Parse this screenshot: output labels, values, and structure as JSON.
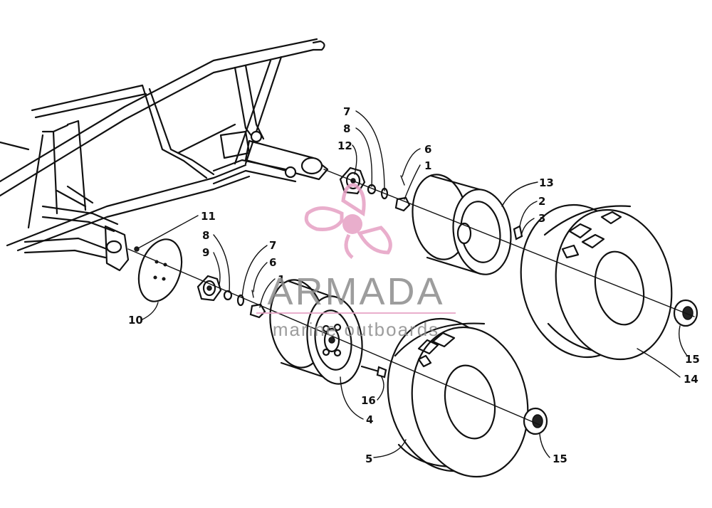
{
  "diagram": {
    "callouts": [
      {
        "id": "c7a",
        "label": "7"
      },
      {
        "id": "c8a",
        "label": "8"
      },
      {
        "id": "c12",
        "label": "12"
      },
      {
        "id": "c6a",
        "label": "6"
      },
      {
        "id": "c1a",
        "label": "1"
      },
      {
        "id": "c13",
        "label": "13"
      },
      {
        "id": "c2",
        "label": "2"
      },
      {
        "id": "c3",
        "label": "3"
      },
      {
        "id": "c11",
        "label": "11"
      },
      {
        "id": "c8b",
        "label": "8"
      },
      {
        "id": "c9",
        "label": "9"
      },
      {
        "id": "c7b",
        "label": "7"
      },
      {
        "id": "c6b",
        "label": "6"
      },
      {
        "id": "c1b",
        "label": "1"
      },
      {
        "id": "c10",
        "label": "10"
      },
      {
        "id": "c16",
        "label": "16"
      },
      {
        "id": "c4",
        "label": "4"
      },
      {
        "id": "c5",
        "label": "5"
      },
      {
        "id": "c15a",
        "label": "15"
      },
      {
        "id": "c15b",
        "label": "15"
      },
      {
        "id": "c14",
        "label": "14"
      }
    ]
  },
  "watermark": {
    "brand": "ARMADA",
    "tagline": "marine outboards",
    "colors": {
      "logo": "#e6a0c4",
      "text": "#8c8c8c"
    }
  }
}
